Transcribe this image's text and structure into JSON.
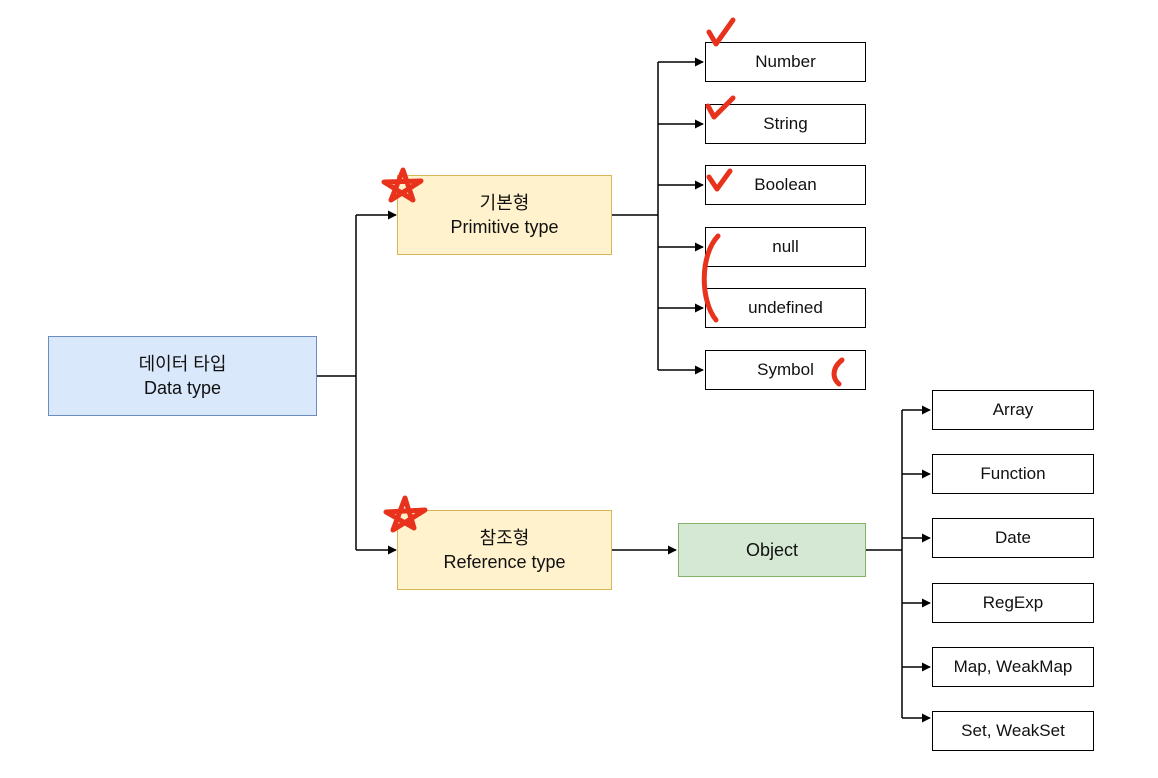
{
  "diagram": {
    "root": {
      "line1": "데이터 타입",
      "line2": "Data type"
    },
    "primitive": {
      "line1": "기본형",
      "line2": "Primitive type"
    },
    "reference": {
      "line1": "참조형",
      "line2": "Reference type"
    },
    "object": {
      "label": "Object"
    },
    "primitive_types": [
      "Number",
      "String",
      "Boolean",
      "null",
      "undefined",
      "Symbol"
    ],
    "object_types": [
      "Array",
      "Function",
      "Date",
      "RegExp",
      "Map, WeakMap",
      "Set, WeakSet"
    ]
  },
  "colors": {
    "root_fill": "#dae8fc",
    "root_stroke": "#6c8ebf",
    "category_fill": "#fff2cc",
    "category_stroke": "#d6b656",
    "object_fill": "#d5e8d4",
    "object_stroke": "#82b366",
    "annotation": "#e8321c"
  }
}
